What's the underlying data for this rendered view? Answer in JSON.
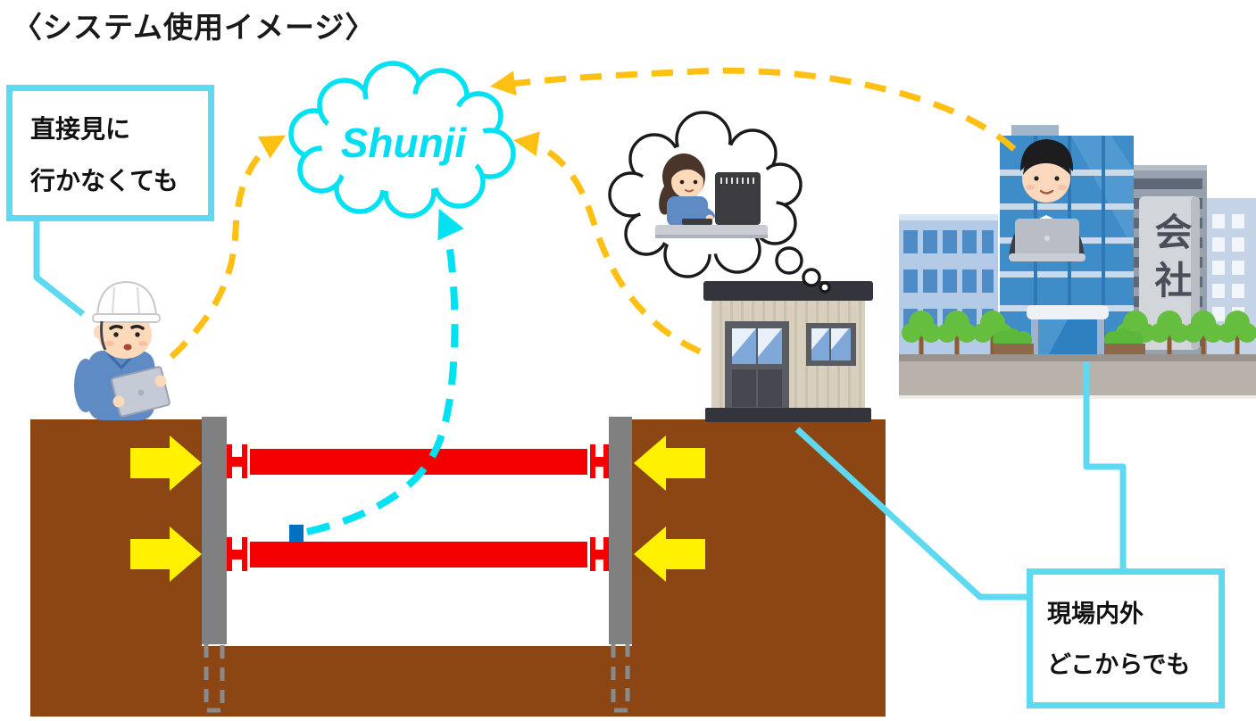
{
  "title": "〈システム使用イメージ〉",
  "cloud": {
    "label": "Shunji",
    "color": "#00e1f2"
  },
  "callout_left": {
    "line1": "直接見に",
    "line2": "行かなくても"
  },
  "callout_right": {
    "line1": "現場内外",
    "line2": "どこからでも"
  },
  "company_sign": {
    "text": "会社"
  },
  "colors": {
    "cloud_cyan": "#00e1f2",
    "callout_border_cyan": "#5ed9f2",
    "comm_link_amber": "#ffc013",
    "earth_pressure_yellow": "#fff100",
    "strut_red": "#f40000",
    "soil_brown": "#8c4614",
    "wall_gray": "#808080",
    "sensor_blue": "#0070c0",
    "bubble_outline": "#1a1a1a",
    "tower_blue": "#3e8cc8"
  },
  "icons": {
    "cloud-icon": "cloud outline with service name",
    "worker-icon": "field worker with helmet and tablet",
    "thought-bubble-icon": "thought bubble with operator at PC",
    "operator-icon": "office operator at monitor",
    "site-office-icon": "prefab site office hut",
    "office-building-icon": "city office buildings with businessman at laptop",
    "company-sign-icon": "vertical company signboard",
    "sensor-icon": "measurement sensor box on strut",
    "strut-icon": "red excavation struts with H joints",
    "earth-pressure-arrow-icon": "yellow earth pressure arrows",
    "comm-link-arrow-icon": "amber dashed wireless link to cloud",
    "sensor-uplink-arrow-icon": "cyan dashed sensor uplink to cloud"
  }
}
